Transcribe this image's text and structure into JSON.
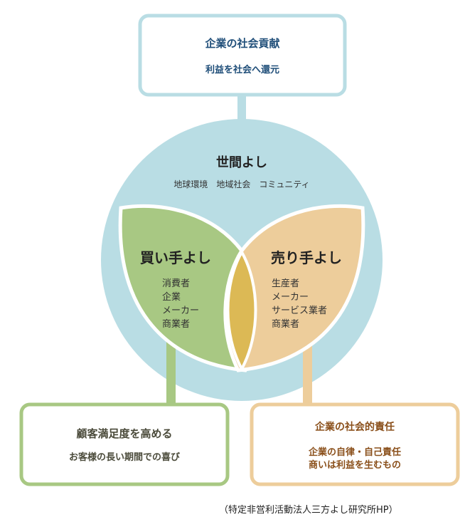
{
  "top_box": {
    "title": "企業の社会貢献",
    "subtitle": "利益を社会へ還元"
  },
  "circle": {
    "title": "世間よし",
    "subtitle": "地球環境　地域社会　コミュニティ"
  },
  "buyer": {
    "title": "買い手よし",
    "items": [
      "消費者",
      "企業",
      "メーカー",
      "商業者"
    ]
  },
  "seller": {
    "title": "売り手よし",
    "items": [
      "生産者",
      "メーカー",
      "サービス業者",
      "商業者"
    ]
  },
  "left_box": {
    "line1": "顧客満足度を高める",
    "line2": "お客様の長い期間での喜び"
  },
  "right_box": {
    "title": "企業の社会的責任",
    "line1": "企業の自律・自己責任",
    "line2": "商いは利益を生むもの"
  },
  "source": "（特定非営利活動法人三方よし研究所HP）",
  "colors": {
    "blue": "#b9dde4",
    "green": "#a8c883",
    "peach": "#edcd9b",
    "lens": "#dcb955",
    "navy": "#1f4e79",
    "brown": "#8a4f1a"
  }
}
